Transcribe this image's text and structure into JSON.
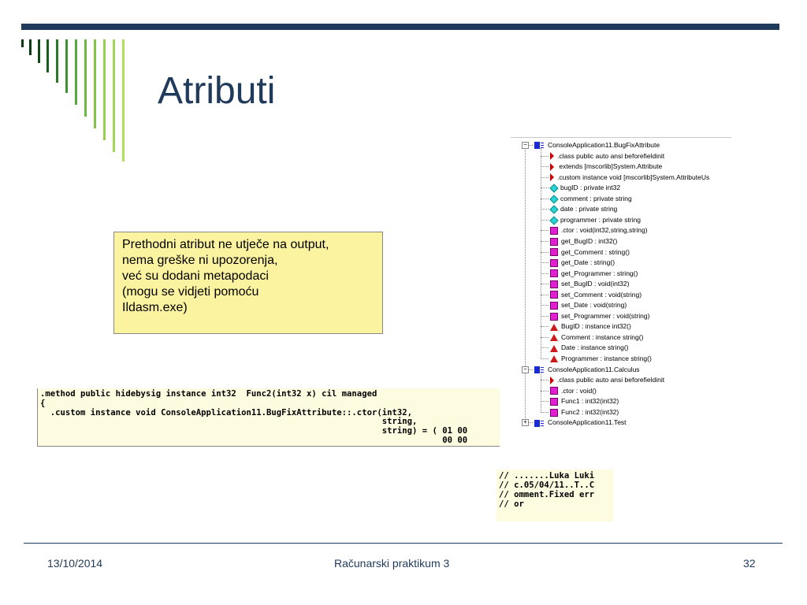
{
  "slide": {
    "title": "Atributi",
    "accent_color": "#1f3a5a"
  },
  "note": {
    "lines": [
      "Prethodni atribut ne utječe na output,",
      "nema greške ni upozorenja,",
      "već su dodani metapodaci",
      "(mogu se vidjeti pomoću",
      "Ildasm.exe)"
    ]
  },
  "tree": {
    "items": [
      {
        "icon": "class",
        "label": "ConsoleApplication11.BugFixAttribute"
      },
      {
        "icon": "arrow",
        "label": ".class public auto ansi beforefieldinit"
      },
      {
        "icon": "arrow",
        "label": " extends [mscorlib]System.Attribute"
      },
      {
        "icon": "arrow",
        "label": ".custom instance void [mscorlib]System.AttributeUs"
      },
      {
        "icon": "field",
        "label": "bugID : private int32"
      },
      {
        "icon": "field",
        "label": "comment : private string"
      },
      {
        "icon": "field",
        "label": "date : private string"
      },
      {
        "icon": "field",
        "label": "programmer : private string"
      },
      {
        "icon": "method",
        "label": ".ctor : void(int32,string,string)"
      },
      {
        "icon": "method",
        "label": "get_BugID : int32()"
      },
      {
        "icon": "method",
        "label": "get_Comment : string()"
      },
      {
        "icon": "method",
        "label": "get_Date : string()"
      },
      {
        "icon": "method",
        "label": "get_Programmer : string()"
      },
      {
        "icon": "method",
        "label": "set_BugID : void(int32)"
      },
      {
        "icon": "method",
        "label": "set_Comment : void(string)"
      },
      {
        "icon": "method",
        "label": "set_Date : void(string)"
      },
      {
        "icon": "method",
        "label": "set_Programmer : void(string)"
      },
      {
        "icon": "property",
        "label": "BugID : instance int32()"
      },
      {
        "icon": "property",
        "label": "Comment : instance string()"
      },
      {
        "icon": "property",
        "label": "Date : instance string()"
      },
      {
        "icon": "property",
        "label": "Programmer : instance string()"
      },
      {
        "icon": "class",
        "label": "ConsoleApplication11.Calculus"
      },
      {
        "icon": "arrow",
        "label": ".class public auto ansi beforefieldinit"
      },
      {
        "icon": "method",
        "label": ".ctor : void()"
      },
      {
        "icon": "method",
        "label": "Func1 : int32(int32)"
      },
      {
        "icon": "method",
        "label": "Func2 : int32(int32)"
      },
      {
        "icon": "class",
        "label": "ConsoleApplication11.Test"
      }
    ]
  },
  "code_il": {
    "lines": [
      ".method public hidebysig instance int32  Func2(int32 x) cil managed",
      "{",
      "  .custom instance void ConsoleApplication11.BugFixAttribute::.ctor(int32,",
      "                                                                    string,",
      "                                                                    string) = ( 01 00",
      "                                                                                00 00"
    ]
  },
  "code_hex": {
    "lines": [
      "// .......Luka Luki",
      "// c.05/04/11..T..C",
      "// omment.Fixed err",
      "// or"
    ]
  },
  "footer": {
    "date": "13/10/2014",
    "course": "Računarski praktikum 3",
    "page": "32"
  }
}
